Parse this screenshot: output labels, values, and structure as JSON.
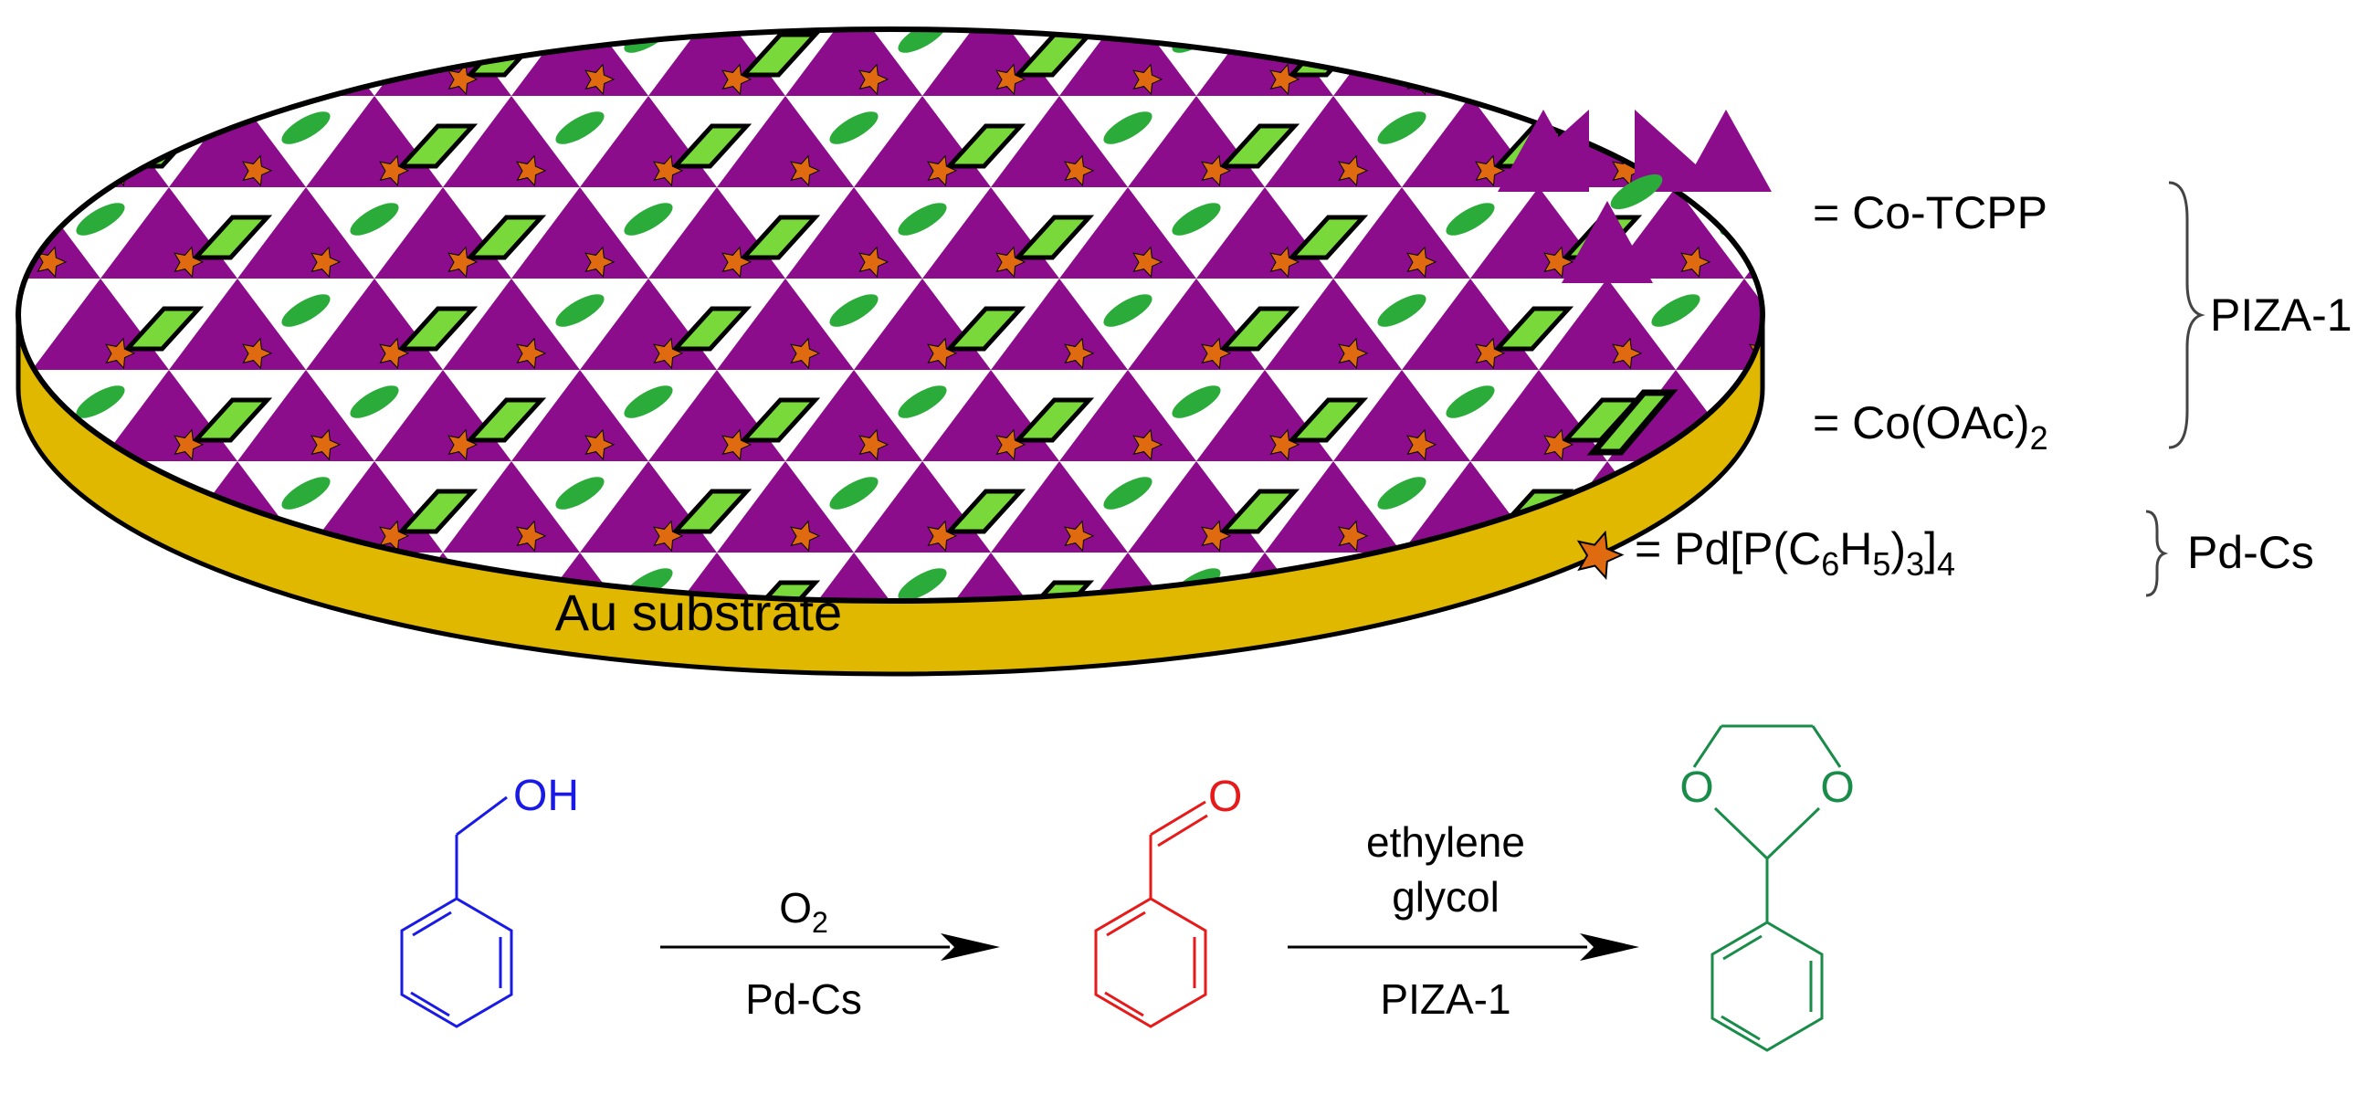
{
  "colors": {
    "purple": "#8c0d8c",
    "green": "#79d93a",
    "dark_green": "#2bab3a",
    "star": "#e06a10",
    "gold": "#e1b800",
    "blue": "#1a1ae6",
    "red": "#e61a1a",
    "product_green": "#1a8c4a"
  },
  "substrate": {
    "label": "Au substrate"
  },
  "legend": {
    "co_tcpp": "= Co-TCPP",
    "co_oac2": "= Co(OAc)",
    "co_oac2_sub": "2",
    "pd_pre": "= Pd[P(C",
    "pd_sub1": "6",
    "pd_h": "H",
    "pd_sub2": "5",
    "pd_close": ")",
    "pd_sub3": "3",
    "pd_bracket": "]",
    "pd_sub4": "4",
    "group_piza": "PIZA-1",
    "group_pdcs": "Pd-Cs"
  },
  "reaction": {
    "oh_label": "OH",
    "aldehyde_o": "O",
    "dioxolane_o1": "O",
    "dioxolane_o2": "O",
    "step1_above": "O",
    "step1_above_sub": "2",
    "step1_below": "Pd-Cs",
    "step2_above_line1": "ethylene",
    "step2_above_line2": "glycol",
    "step2_below": "PIZA-1"
  }
}
